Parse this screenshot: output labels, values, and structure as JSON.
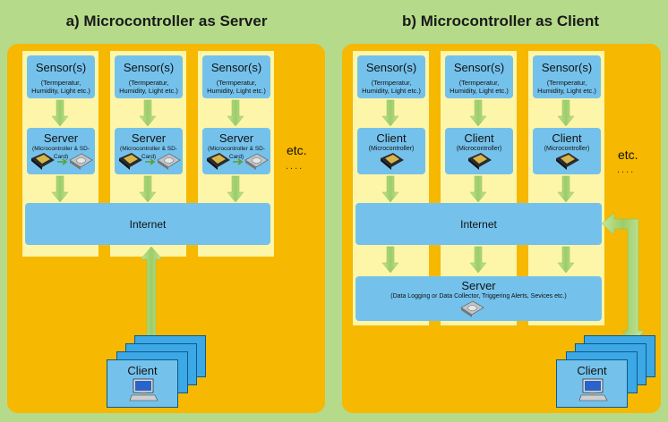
{
  "left": {
    "title": "a) Microcontroller as Server",
    "sensors": [
      {
        "name": "Sensor(s)",
        "desc": "(Termperatur, Humidity, Light etc.)"
      },
      {
        "name": "Sensor(s)",
        "desc": "(Termperatur, Humidity, Light etc.)"
      },
      {
        "name": "Sensor(s)",
        "desc": "(Termperatur, Humidity, Light etc.)"
      }
    ],
    "servers": [
      {
        "name": "Server",
        "desc": "(Microcontroller & SD-Card)"
      },
      {
        "name": "Server",
        "desc": "(Microcontroller & SD-Card)"
      },
      {
        "name": "Server",
        "desc": "(Microcontroller & SD-Card)"
      }
    ],
    "internet": "Internet",
    "etc": "etc.",
    "client": "Client"
  },
  "right": {
    "title": "b) Microcontroller as Client",
    "sensors": [
      {
        "name": "Sensor(s)",
        "desc": "(Termperatur, Humidity, Light etc.)"
      },
      {
        "name": "Sensor(s)",
        "desc": "(Termperatur, Humidity, Light etc.)"
      },
      {
        "name": "Sensor(s)",
        "desc": "(Termperatur, Humidity, Light etc.)"
      }
    ],
    "clients": [
      {
        "name": "Client",
        "desc": "(Microcontroller)"
      },
      {
        "name": "Client",
        "desc": "(Microcontroller)"
      },
      {
        "name": "Client",
        "desc": "(Microcontroller)"
      }
    ],
    "internet": "Internet",
    "server": "Server",
    "server_desc": "(Data Logging or Data Collector, Triggering Alerts, Sevices etc.)",
    "etc": "etc.",
    "client": "Client"
  },
  "colors": {
    "background": "#b5db8a",
    "panel": "#f6b800",
    "column": "#fdf5a8",
    "box": "#74c2ec",
    "arrow": "#b5db8a"
  }
}
